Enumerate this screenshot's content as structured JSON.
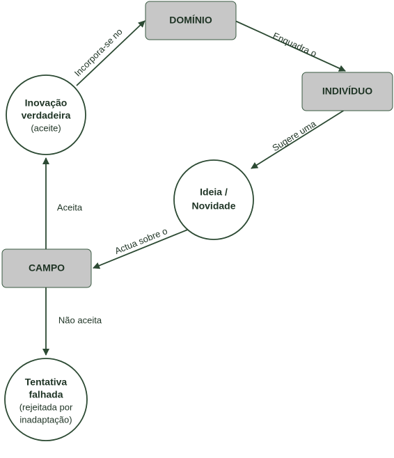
{
  "diagram": {
    "nodes": {
      "dominio": {
        "label": "DOMÍNIO"
      },
      "individuo": {
        "label": "INDIVÍDUO"
      },
      "campo": {
        "label": "CAMPO"
      },
      "ideia": {
        "line1": "Ideia /",
        "line2": "Novidade"
      },
      "inovacao": {
        "line1": "Inovação",
        "line2": "verdadeira",
        "line3": "(aceite)"
      },
      "tentativa": {
        "line1": "Tentativa",
        "line2": "falhada",
        "line3": "(rejeitada por",
        "line4": "inadaptação)"
      }
    },
    "edges": {
      "enquadra": "Enquadra o",
      "sugere": "Sugere uma",
      "actua": "Actua sobre o",
      "aceita": "Aceita",
      "nao_aceita": "Não aceita",
      "incorpora": "Incorpora-se no"
    }
  },
  "colors": {
    "box_fill": "#c7c7c7",
    "stroke": "#2c4a33",
    "text": "#1e3324"
  }
}
